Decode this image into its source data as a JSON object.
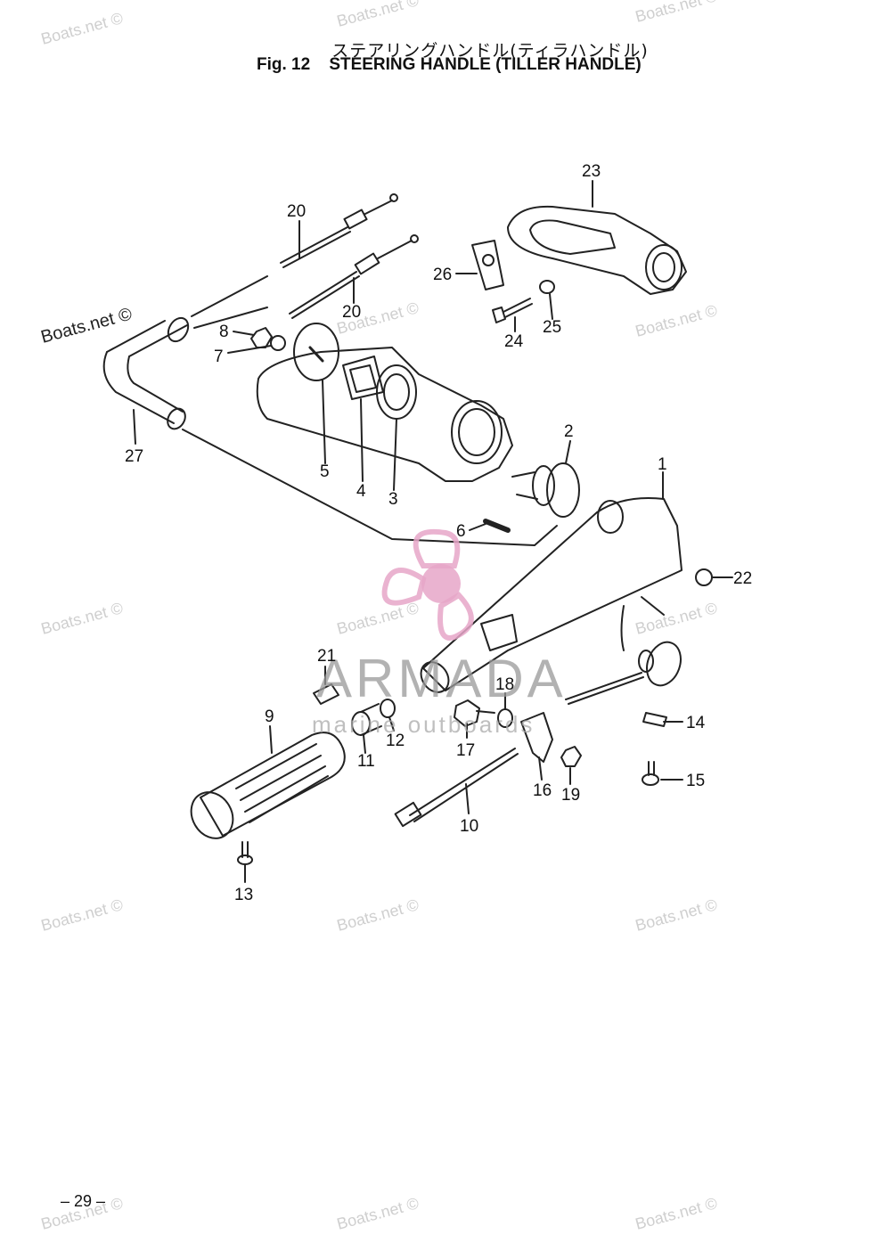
{
  "header": {
    "title_jp": "ステアリングハンドル(ティラハンドル)",
    "fig_label": "Fig. 12",
    "title_en": "STEERING HANDLE (TILLER HANDLE)"
  },
  "footer": {
    "page_number": "– 29 –"
  },
  "watermarks": {
    "boats_net": "Boats.net ©",
    "brand_name": "ARMADA",
    "brand_tagline": "marine outboards",
    "brand_color": "#e6a6c8"
  },
  "callouts": [
    "1",
    "2",
    "3",
    "4",
    "5",
    "6",
    "7",
    "8",
    "9",
    "10",
    "11",
    "12",
    "13",
    "14",
    "15",
    "16",
    "17",
    "18",
    "19",
    "20",
    "20",
    "21",
    "22",
    "23",
    "24",
    "25",
    "26",
    "27"
  ]
}
